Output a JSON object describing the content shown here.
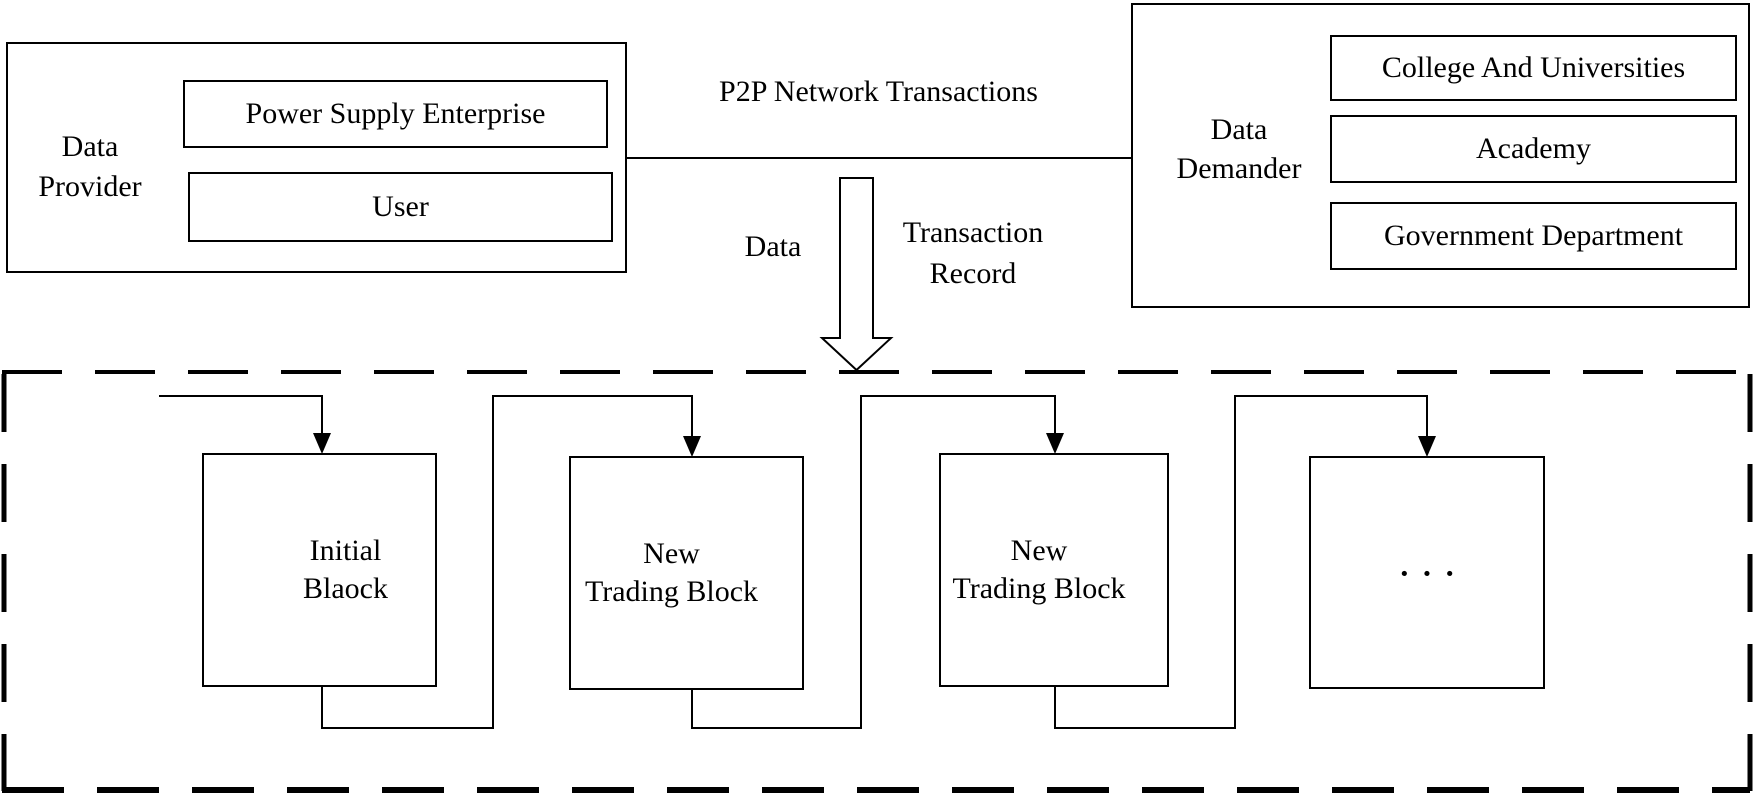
{
  "canvas": {
    "background": "#ffffff",
    "line_color": "#000000"
  },
  "provider": {
    "label": "Data\nProvider",
    "members": [
      "Power Supply Enterprise",
      "User"
    ]
  },
  "demander": {
    "label": "Data\nDemander",
    "members": [
      "College And Universities",
      "Academy",
      "Government Department"
    ]
  },
  "network": {
    "title": "P2P Network Transactions",
    "arrow_left_label": "Data",
    "arrow_right_label": "Transaction\nRecord"
  },
  "blockchain": {
    "blocks": [
      "Initial\nBlaock",
      "New\nTrading Block",
      "New\nTrading Block",
      "···"
    ]
  }
}
